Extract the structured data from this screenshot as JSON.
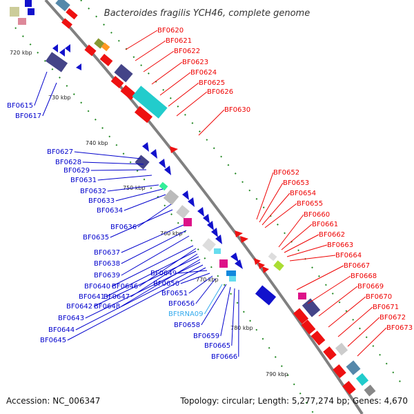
{
  "title": "Bacteroides fragilis YCH46, complete genome",
  "accession_text": "Accession: NC_006347",
  "summary_text": "Topology: circular; Length: 5,277,274 bp; Genes: 4,670",
  "colors": {
    "forward_label": "#ee0000",
    "reverse_label": "#0000cc",
    "rna_label": "#33aaee",
    "backbone": "#808080",
    "tick": "#228822"
  },
  "kbp_ticks": [
    "720 kbp",
    "730 kbp",
    "740 kbp",
    "750 kbp",
    "760 kbp",
    "770 kbp",
    "780 kbp",
    "790 kbp"
  ],
  "forward_genes": [
    "BF0620",
    "BF0621",
    "BF0622",
    "BF0623",
    "BF0624",
    "BF0625",
    "BF0626",
    "BF0630",
    "BF0652",
    "BF0653",
    "BF0654",
    "BF0655",
    "BF0660",
    "BF0661",
    "BF0662",
    "BF0663",
    "BF0664",
    "BF0667",
    "BF0668",
    "BF0669",
    "BF0670",
    "BF0671",
    "BF0672",
    "BF0673"
  ],
  "reverse_genes": [
    "BF0615",
    "BF0617",
    "BF0627",
    "BF0628",
    "BF0629",
    "BF0631",
    "BF0632",
    "BF0633",
    "BF0634",
    "BF0636",
    "BF0635",
    "BF0637",
    "BF0638",
    "BF0639",
    "BF0640",
    "BF0646",
    "BF0641",
    "BF0647",
    "BF0642",
    "BF0648",
    "BF0643",
    "BF0644",
    "BF0645",
    "BF0649",
    "BF0650",
    "BF0651",
    "BF0656",
    "BFtRNA09",
    "BF0658",
    "BF0659",
    "BF0665",
    "BF0666"
  ]
}
